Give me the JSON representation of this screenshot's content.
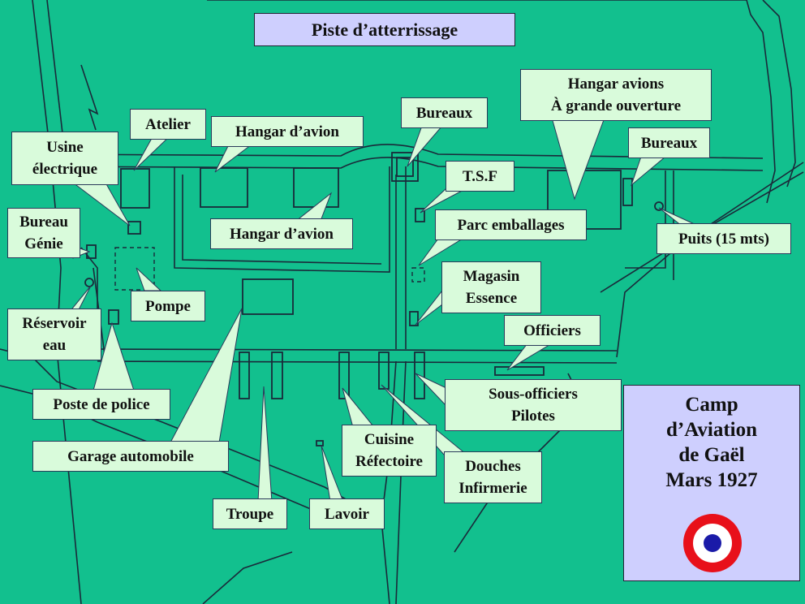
{
  "title": "Piste d’atterrissage",
  "legend": {
    "text": "Camp\nd’Aviation\n de Gaël\nMars 1927",
    "roundel": "french-cockade-roundel"
  },
  "labels": {
    "atelier": "Atelier",
    "hangar_avion_1": "Hangar d’avion",
    "hangar_avion_2": "Hangar d’avion",
    "bureaux_1": "Bureaux",
    "bureaux_2": "Bureaux",
    "hangar_grande": "Hangar avions\nÀ grande ouverture",
    "usine": "Usine\nélectrique",
    "tsf": "T.S.F",
    "parc_emballages": "Parc emballages",
    "puits": "Puits (15 mts)",
    "bureau_genie": "Bureau\nGénie",
    "pompe": "Pompe",
    "magasin": "Magasin\nEssence",
    "reservoir": "Réservoir\neau",
    "officiers": "Officiers",
    "sous_officiers": "Sous-officiers\nPilotes",
    "poste_police": "Poste de police",
    "garage": "Garage automobile",
    "cuisine": "Cuisine\nRéfectoire",
    "douches": "Douches\nInfirmerie",
    "troupe": "Troupe",
    "lavoir": "Lavoir"
  },
  "colors": {
    "background": "#12C08E",
    "callout": "#D9FBDB",
    "title_box": "#CECFFE",
    "roundel_red": "#E8101A",
    "roundel_blue": "#1a1aa8"
  }
}
